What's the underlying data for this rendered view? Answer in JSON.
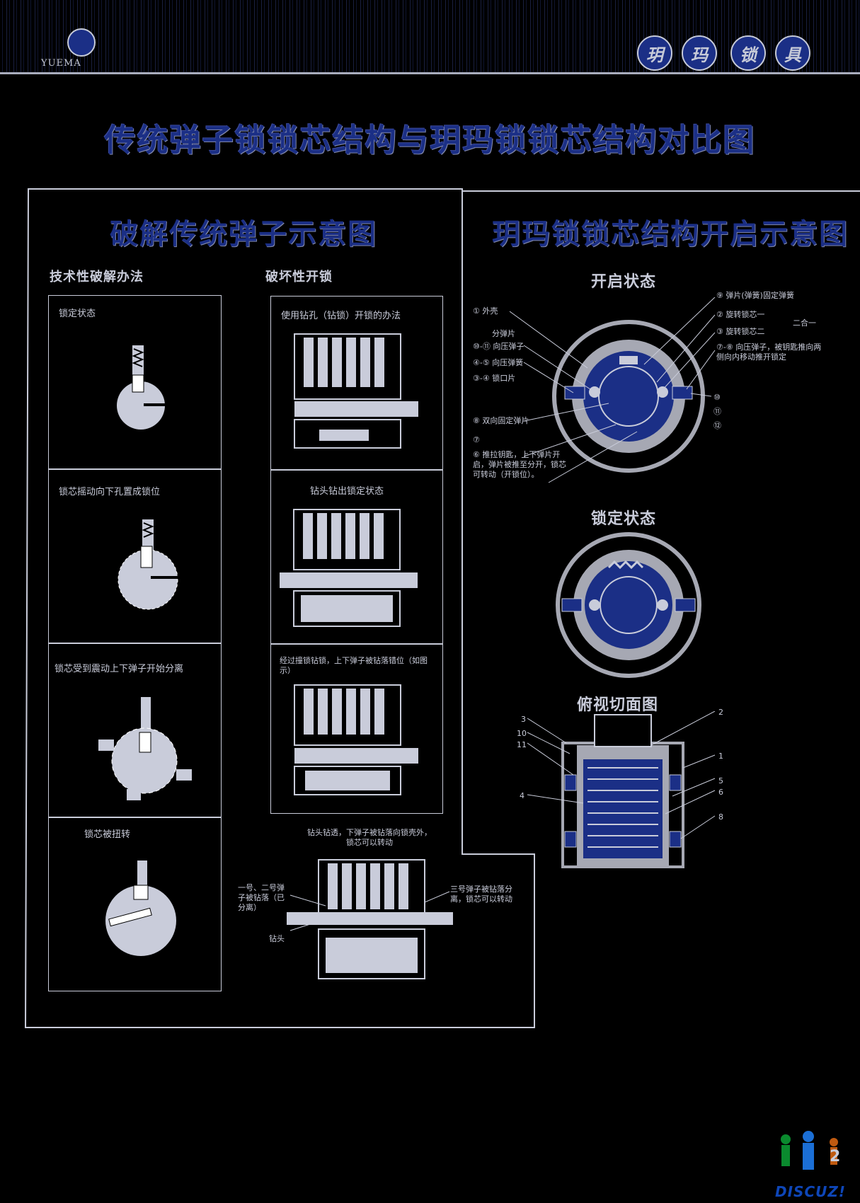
{
  "header": {
    "logo_text": "YUEMA",
    "brand_chars": [
      "玥",
      "玛",
      "锁",
      "具"
    ]
  },
  "main_title": "传统弹子锁锁芯结构与玥玛锁锁芯结构对比图",
  "left_panel": {
    "title": "破解传统弹子示意图",
    "col1_heading": "技术性破解办法",
    "col2_heading": "破坏性开锁",
    "technical_cells": [
      "锁定状态",
      "锁芯摇动向下孔置成锁位",
      "锁芯受到震动上下弹子开始分离",
      "锁芯被扭转"
    ],
    "destructive_cells": [
      "使用钻孔（钻锁）开锁的办法",
      "钻头钻出锁定状态",
      "经过撞锁钻锁，上下弹子被钻落错位（如图示）"
    ],
    "bottom_caption": "钻头钻透，下弹子被钻落向锁壳外，锁芯可以转动",
    "bottom_left_note": "一号、二号弹子被钻落（已分离）",
    "bottom_right_note": "三号弹子被钻落分离，锁芯可以转动",
    "bottom_drill_label": "钻头"
  },
  "right_panel": {
    "title": "玥玛锁锁芯结构开启示意图",
    "open_state_title": "开启状态",
    "locked_state_title": "锁定状态",
    "section_title": "俯视切面图",
    "left_labels": [
      "① 外壳",
      "分弹片",
      "⑩-⑪ 向压弹子",
      "④-⑤ 向压弹簧",
      "③-④ 锁口片",
      "⑧ 双向固定弹片",
      "⑦",
      "⑥ 推拉钥匙，上下弹片开启，弹片被推至分开，锁芯可转动（开锁位）。"
    ],
    "right_labels": [
      "⑨ 弹片(弹簧)固定弹簧",
      "② 旋转锁芯一",
      "③ 旋转锁芯二",
      "⑦-⑧ 向压弹子，被钥匙推向两侧向内移动推开锁定",
      "二合一"
    ],
    "right_small_numbers": [
      "⑩",
      "⑪",
      "⑫"
    ],
    "section_numbers_left": [
      "3",
      "10",
      "11",
      "4"
    ],
    "section_numbers_right": [
      "2",
      "1",
      "5",
      "6",
      "8"
    ]
  },
  "footer": {
    "page_number": "2",
    "watermark": "DISCUZ!"
  },
  "colors": {
    "navy": "#1b2f86",
    "light": "#c9ccda",
    "background": "#000000",
    "gray": "#a6a8b3"
  }
}
